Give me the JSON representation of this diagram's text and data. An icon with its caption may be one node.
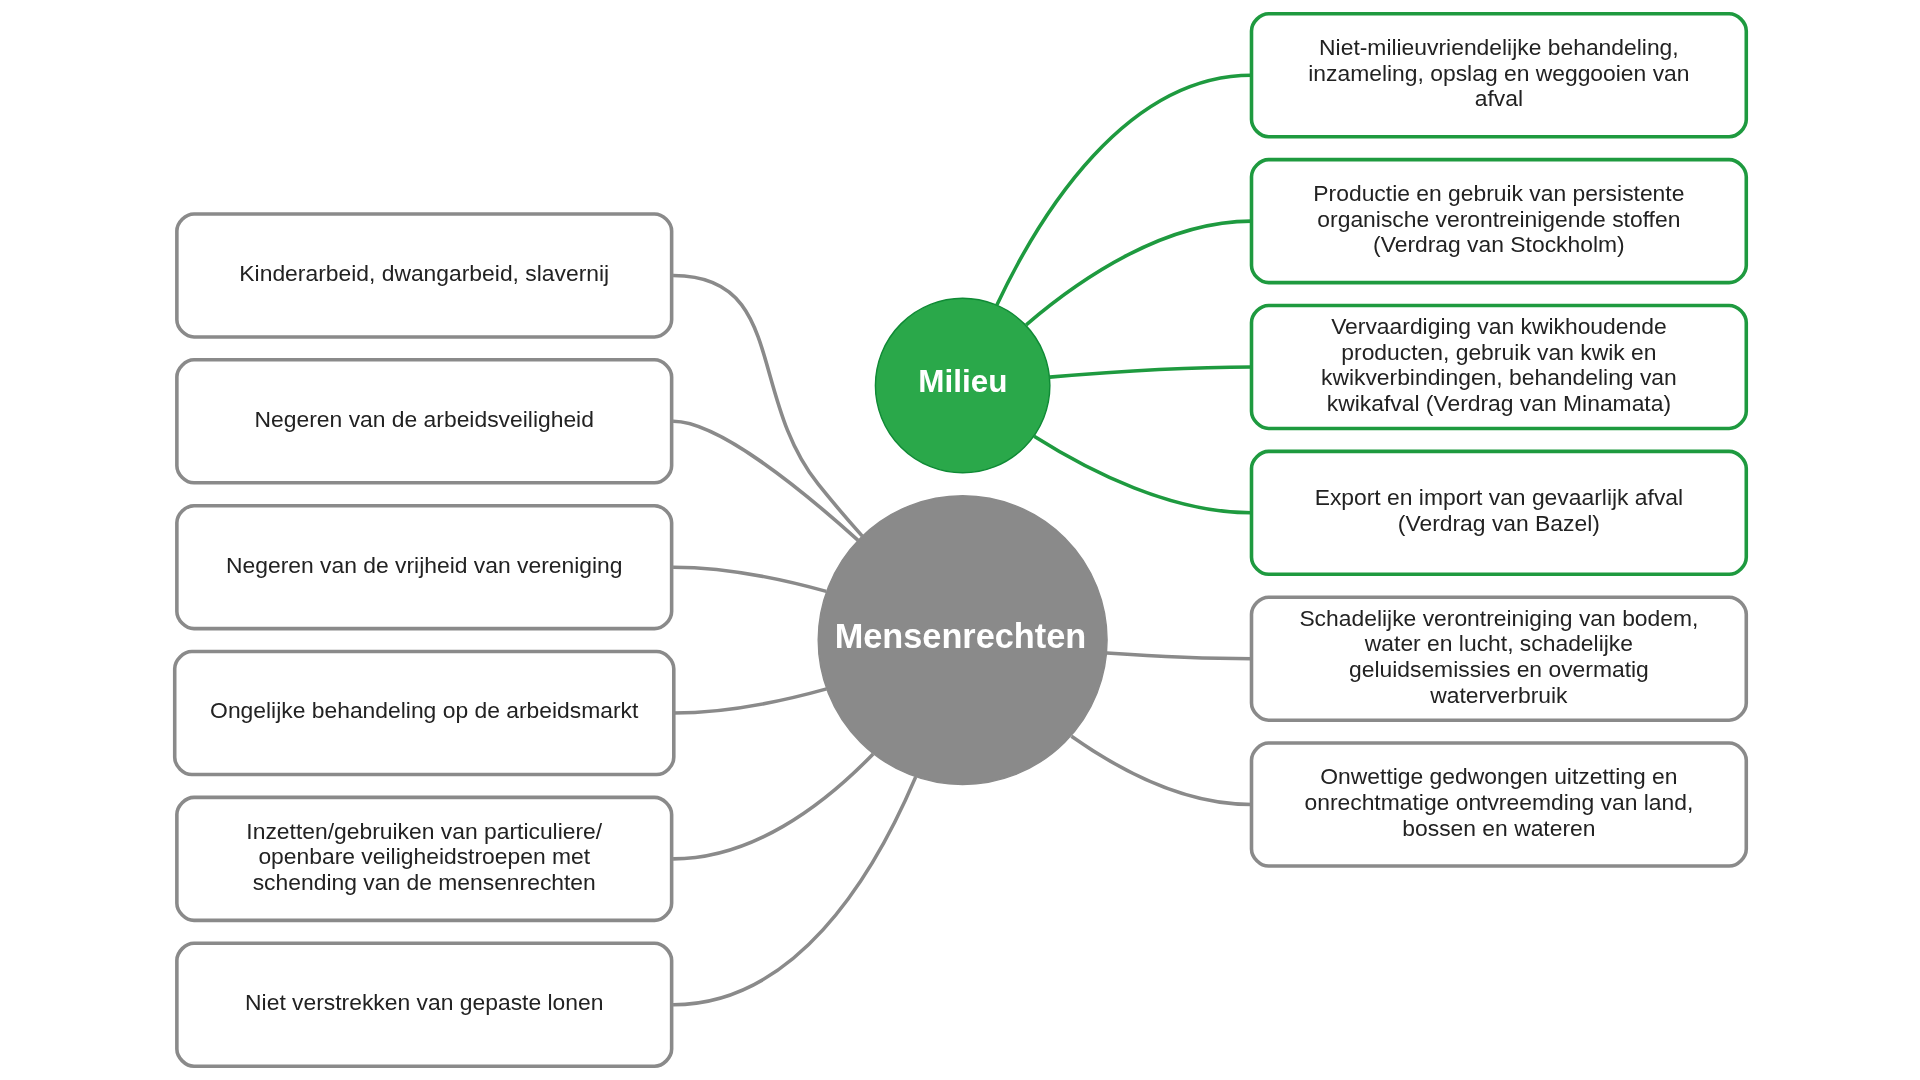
{
  "diagram": {
    "nodes": [
      {
        "text": [
          "Kinderarbeid, dwangarbeid, slavernij"
        ]
      },
      {
        "text": [
          "Negeren van de arbeidsveiligheid"
        ]
      },
      {
        "text": [
          "Negeren van de vrijheid van vereniging"
        ]
      },
      {
        "text": [
          "Ongelijke behandeling op de arbeidsmarkt"
        ]
      },
      {
        "text": [
          "Inzetten/gebruiken van particuliere/ openbare veiligheidstroepen met schending van de mensenrechten"
        ]
      },
      {
        "text": [
          "Niet verstrekken van gepaste lonen"
        ]
      },
      {
        "text": [
          "Mensenrechten"
        ]
      },
      {
        "text": [
          "Milieu"
        ]
      },
      {
        "text": [
          "Niet-milieuvriendelijke behandeling, inzameling, opslag en weggooien van afval"
        ]
      },
      {
        "text": [
          "Productie en gebruik van persistente organische verontreinigende stoffen (Verdrag van Stockholm)"
        ]
      },
      {
        "text": [
          "Vervaardiging van kwikhoudende producten, gebruik van kwik en kwikverbindingen, behandeling van kwikafval (Verdrag van Minamata)"
        ]
      },
      {
        "text": [
          "Export en import van gevaarlijk afval (Verdrag van Bazel)"
        ]
      },
      {
        "text": [
          "Schadelijke verontreiniging van bodem, water en lucht, schadelijke geluidsemissies en overmatig waterverbruik"
        ]
      },
      {
        "text": [
          "Onwettige gedwongen uitzetting en onrechtmatige ontvreemding van land, bossen en wateren"
        ]
      }
    ],
    "edges": [
      {
        "from": 0,
        "to": 6,
        "arrow": "none"
      },
      {
        "from": 1,
        "to": 6,
        "arrow": "none"
      },
      {
        "from": 2,
        "to": 6,
        "arrow": "none"
      },
      {
        "from": 3,
        "to": 6,
        "arrow": "none"
      },
      {
        "from": 4,
        "to": 6,
        "arrow": "none"
      },
      {
        "from": 5,
        "to": 6,
        "arrow": "none"
      },
      {
        "from": 7,
        "to": 8,
        "arrow": "none",
        "color": "#1e9a3f"
      },
      {
        "from": 7,
        "to": 9,
        "arrow": "none",
        "color": "#1e9a3f"
      },
      {
        "from": 7,
        "to": 10,
        "arrow": "none",
        "color": "#1e9a3f"
      },
      {
        "from": 7,
        "to": 11,
        "arrow": "none",
        "color": "#1e9a3f"
      },
      {
        "from": 6,
        "to": 12,
        "arrow": "none"
      },
      {
        "from": 6,
        "to": 13,
        "arrow": "none"
      }
    ]
  }
}
